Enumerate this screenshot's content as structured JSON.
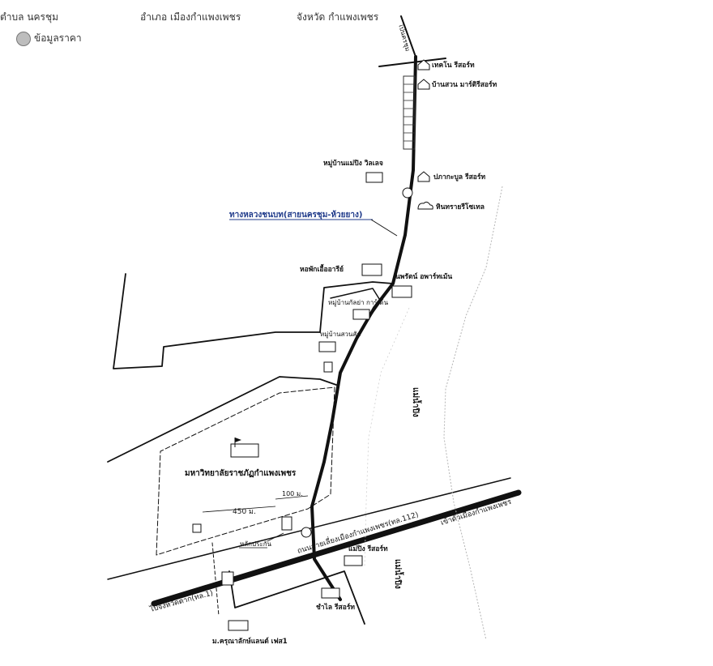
{
  "header": {
    "subdistrict": "ตำบล นครชุม",
    "district": "อำเภอ เมืองกำแพงเพชร",
    "province": "จังหวัด กำแพงเพชร"
  },
  "legend": {
    "label": "ข้อมูลราคา"
  },
  "labels": {
    "to_nakhonchum": "ไปนครชุม",
    "technology_resort": "เทคโน รีสอร์ท",
    "baansuan_resort": "บ้านสวน มาร์ติรีสอร์ท",
    "village_maeping": "หมู่บ้านแม่ปิง วิลเลจ",
    "pakka_resort": "ปภากะบูล รีสอร์ท",
    "hinsai_resort": "หินทรายรีโซเทล",
    "rural_road": "ทางหลวงชนบท(สายนครชุม-ห้วยยาง)",
    "dorm_areerat": "หอพักเอื้ออารีย์",
    "apartment": "นพรัตน์ อพาร์ทเม้น",
    "village_kasikorn": "หมู่บ้านกัลย่า การ์เด้น",
    "village_suansak": "หมู่บ้านสวนสัก",
    "river_upper": "แม่น้ำปิง",
    "river_lower": "แม่น้ำปิง",
    "university": "มหาวิทยาลัยราชภัฏกำแพงเพชร",
    "dist_100": "100 ม.",
    "dist_450": "450 ม.",
    "city_pillar": "หลักประกัน",
    "bypass_road": "ถนนสายเลี่ยงเมืองกำแพงเพชร(ทล.112)",
    "to_city": "เข้าตัวเมืองกำแพงเพชร",
    "maeping_resort": "แม่ปิง รีสอร์ท",
    "chalai_resort": "ชำไล รีสอร์ท",
    "to_tak": "ไปจังหวัดตาก(ทล.1)",
    "village_krunarak": "ม.ครุณาลักษ์แลนด์ เฟส1"
  }
}
